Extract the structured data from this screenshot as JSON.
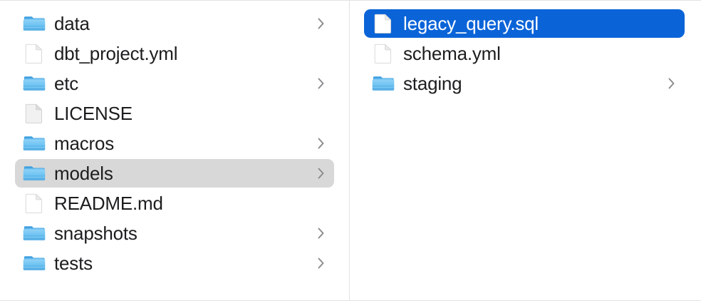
{
  "window": {
    "title": "Finder Column View",
    "view_mode": "column",
    "background_color": "#ffffff",
    "divider_color": "#e3e3e3"
  },
  "colors": {
    "selection_active": "#0a64d8",
    "selection_inactive": "#d8d8d8",
    "folder_blue": "#6ec1f0",
    "folder_blue_dark": "#3ba3e0",
    "text_primary": "#1d1d1f",
    "text_selected": "#ffffff",
    "chevron_gray": "#8a8a8e"
  },
  "columns": [
    {
      "name": "parent-column",
      "items": [
        {
          "label": "data",
          "kind": "folder",
          "icon": "folder-icon",
          "has_children": true,
          "selected": false,
          "selection_style": "none"
        },
        {
          "label": "dbt_project.yml",
          "kind": "file",
          "icon": "document-icon",
          "has_children": false,
          "selected": false,
          "selection_style": "none"
        },
        {
          "label": "etc",
          "kind": "folder",
          "icon": "folder-icon",
          "has_children": true,
          "selected": false,
          "selection_style": "none"
        },
        {
          "label": "LICENSE",
          "kind": "file-generic",
          "icon": "document-gray-icon",
          "has_children": false,
          "selected": false,
          "selection_style": "none"
        },
        {
          "label": "macros",
          "kind": "folder",
          "icon": "folder-icon",
          "has_children": true,
          "selected": false,
          "selection_style": "none"
        },
        {
          "label": "models",
          "kind": "folder",
          "icon": "folder-icon",
          "has_children": true,
          "selected": true,
          "selection_style": "gray"
        },
        {
          "label": "README.md",
          "kind": "file",
          "icon": "document-icon",
          "has_children": false,
          "selected": false,
          "selection_style": "none"
        },
        {
          "label": "snapshots",
          "kind": "folder",
          "icon": "folder-icon",
          "has_children": true,
          "selected": false,
          "selection_style": "none"
        },
        {
          "label": "tests",
          "kind": "folder",
          "icon": "folder-icon",
          "has_children": true,
          "selected": false,
          "selection_style": "none"
        }
      ]
    },
    {
      "name": "models-column",
      "items": [
        {
          "label": "legacy_query.sql",
          "kind": "file",
          "icon": "document-icon",
          "has_children": false,
          "selected": true,
          "selection_style": "blue"
        },
        {
          "label": "schema.yml",
          "kind": "file",
          "icon": "document-icon",
          "has_children": false,
          "selected": false,
          "selection_style": "none"
        },
        {
          "label": "staging",
          "kind": "folder",
          "icon": "folder-icon",
          "has_children": true,
          "selected": false,
          "selection_style": "none"
        }
      ]
    }
  ]
}
